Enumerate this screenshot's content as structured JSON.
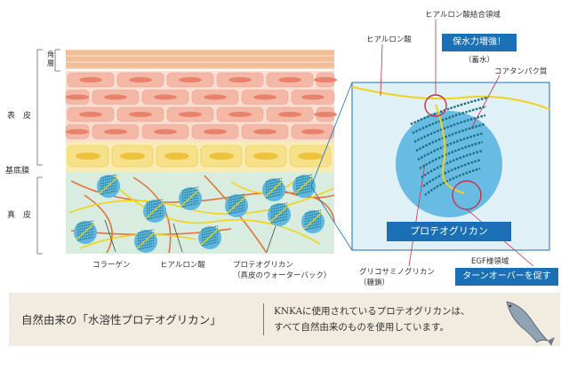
{
  "layers": {
    "kakuso": "角\n層",
    "hyohi": "表　皮",
    "kiteimaku": "基底膜",
    "shinpi": "真　皮"
  },
  "left_captions": {
    "collagen": "コラーゲン",
    "hyaluronic_acid": "ヒアルロン酸",
    "proteoglycan_line1": "プロテオグリカン",
    "proteoglycan_line2": "（真皮のウォーターバック）"
  },
  "detail": {
    "hyaluronic_acid": "ヒアルロン酸",
    "binding_region": "ヒアルロン酸結合領域",
    "water_retention_badge": "保水力増強！",
    "water_storage": "（蓄水）",
    "core_protein": "コアタンパク質",
    "proteoglycan_badge": "プロテオグリカン",
    "gag_line1": "グリコサミノグリカン",
    "gag_line2": "（糖鎖）",
    "egf_domain": "EGF様領域",
    "turnover_badge": "ターンオーバーを促す"
  },
  "footer": {
    "left": "自然由来の「水溶性プロテオグリカン」",
    "right_line1": "KNKAに使用されているプロテオグリカンは、",
    "right_line2": "すべて自然由来のものを使用しています。"
  },
  "colors": {
    "badge_blue": "#1a6fb5",
    "panel_bg": "#dff0f7",
    "dermis_bg": "#d8ede0",
    "cell_pink": "#f3b8a6",
    "hyaluronic_yellow": "#f2d21b",
    "collagen_orange": "#e0743c"
  }
}
